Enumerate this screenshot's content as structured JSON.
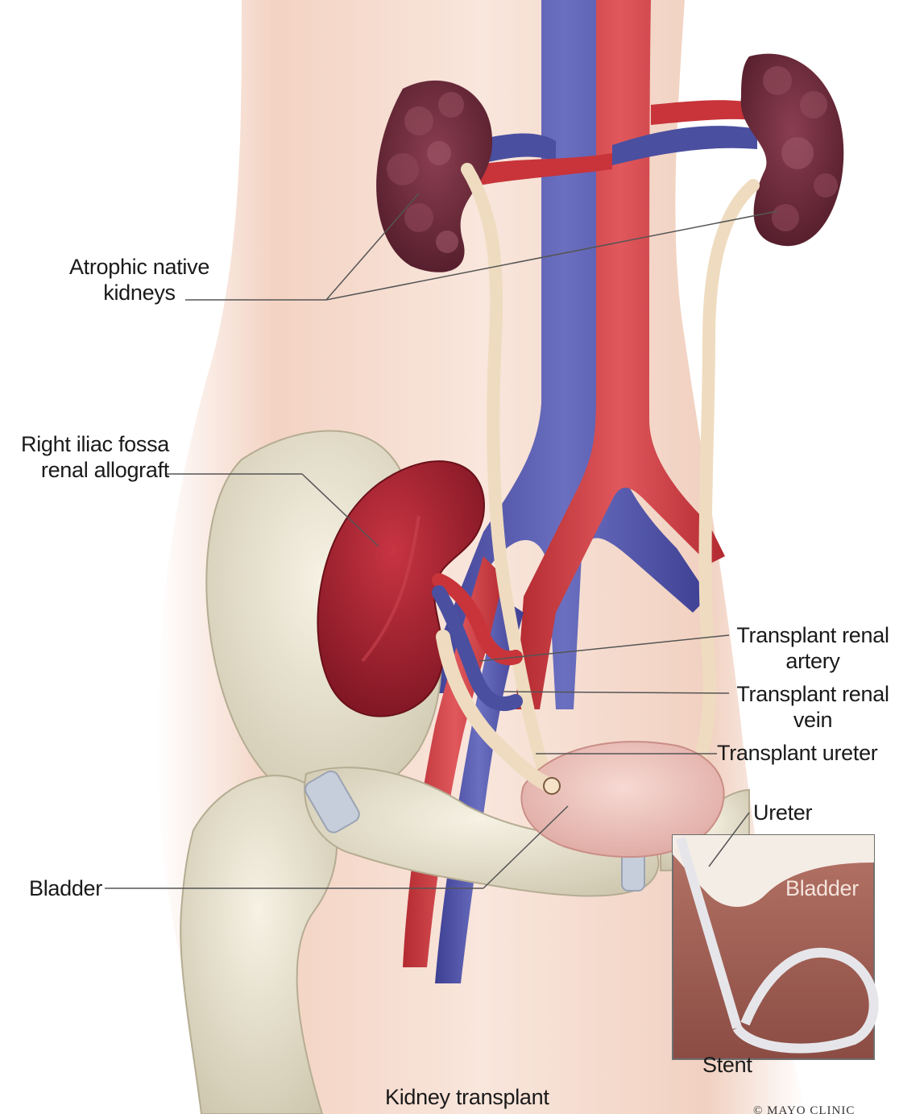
{
  "labels": {
    "atrophic_native_kidneys": [
      "Atrophic native",
      "kidneys"
    ],
    "right_iliac_fossa_allograft": [
      "Right iliac fossa",
      "renal allograft"
    ],
    "transplant_renal_artery": [
      "Transplant renal",
      "artery"
    ],
    "transplant_renal_vein": [
      "Transplant renal",
      "vein"
    ],
    "transplant_ureter": "Transplant ureter",
    "bladder": "Bladder",
    "ureter": "Ureter",
    "inset_bladder": "Bladder",
    "stent": "Stent"
  },
  "caption": "Kidney transplant",
  "credit": "© MAYO CLINIC",
  "colors": {
    "skin": "#f2d6c6",
    "artery": "#c8343a",
    "vein": "#4a4fa0",
    "native_kidney": "#6e2a3a",
    "allograft": "#a51f2e",
    "bone": "#e8e2cf",
    "ureter": "#efdcc0",
    "bladder": "#efc4bd",
    "inset_bg": "#9a5a50"
  }
}
